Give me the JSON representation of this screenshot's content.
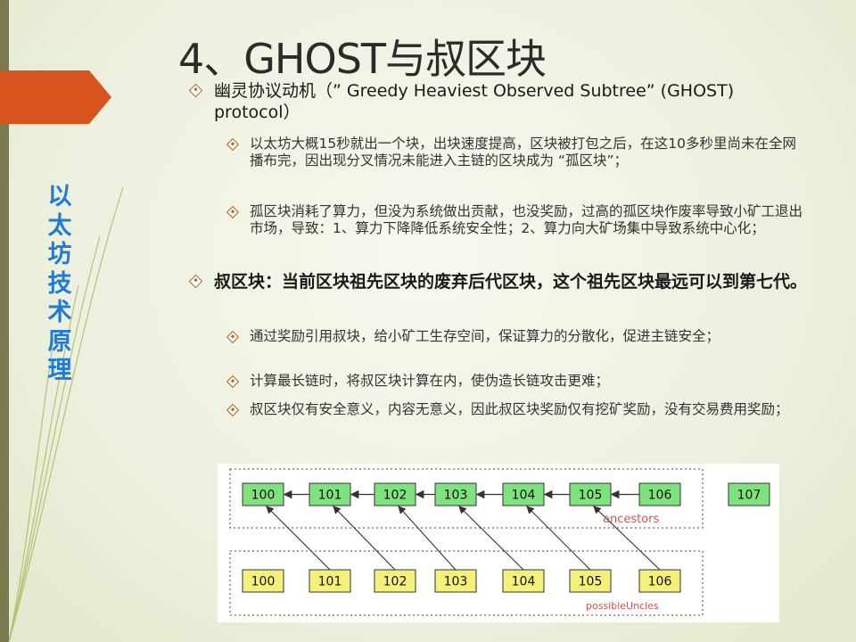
{
  "slide": {
    "title": "4、GHOST与叔区块",
    "side_title": [
      "以",
      "太",
      "坊",
      "技",
      "术",
      "原",
      "理"
    ]
  },
  "bullets": [
    {
      "level": 1,
      "text": "幽灵协议动机（” Greedy Heaviest Observed Subtree” (GHOST) protocol）"
    },
    {
      "level": 2,
      "text": "以太坊大概15秒就出一个块，出块速度提高，区块被打包之后，在这10多秒里尚未在全网播布完，因出现分叉情况未能进入主链的区块成为 “孤区块”；"
    },
    {
      "level": 2,
      "text": "孤区块消耗了算力，但没为系统做出贡献，也没奖励，过高的孤区块作废率导致小矿工退出市场，导致：1、算力下降降低系统安全性；2、算力向大矿场集中导致系统中心化；"
    },
    {
      "level": 1,
      "text": "叔区块：当前区块祖先区块的废弃后代区块，这个祖先区块最远可以到第七代。"
    },
    {
      "level": 2,
      "text": "通过奖励引用叔块，给小矿工生存空间，保证算力的分散化，促进主链安全；"
    },
    {
      "level": 2,
      "text": "计算最长链时，将叔区块计算在内，使伪造长链攻击更难；"
    },
    {
      "level": 2,
      "text": "叔区块仅有安全意义，内容无意义，因此叔区块奖励仅有挖矿奖励，没有交易费用奖励；"
    }
  ],
  "diagram": {
    "ancestors": [
      "100",
      "101",
      "102",
      "103",
      "104",
      "105",
      "106"
    ],
    "current": "107",
    "uncles": [
      "100",
      "101",
      "102",
      "103",
      "104",
      "105",
      "106"
    ],
    "ancestors_label": "ancestors",
    "uncles_label": "possibleUncles",
    "colors": {
      "ancestor_fill": "#7ee37e",
      "uncle_fill": "#f5f07a",
      "label": "#e34b4b"
    }
  }
}
